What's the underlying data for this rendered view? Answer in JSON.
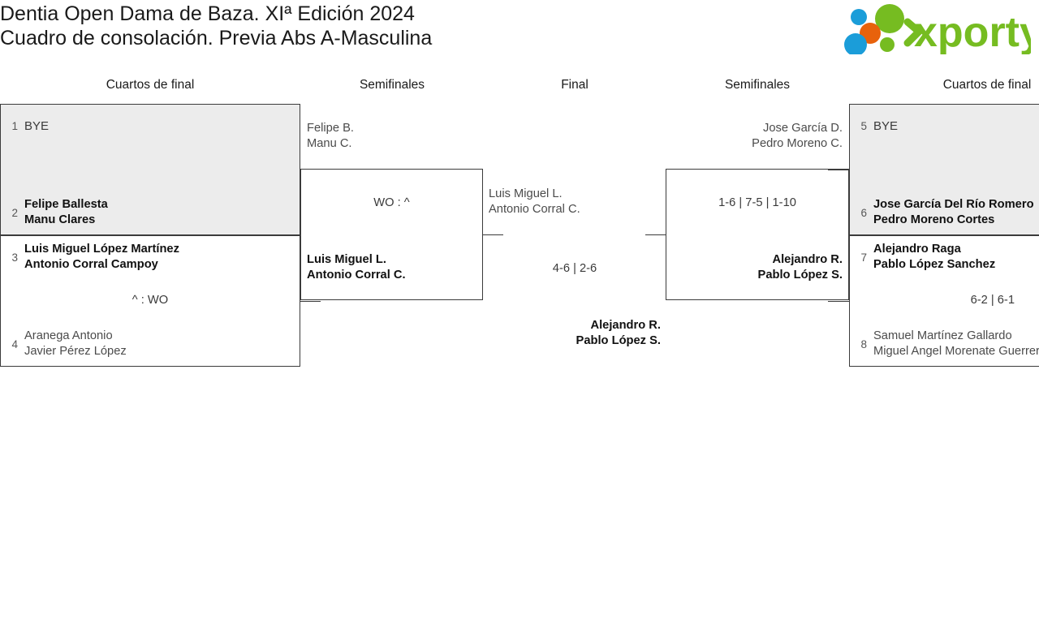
{
  "header": {
    "title_line1": "Dentia Open Dama de Baza. XIª Edición 2024",
    "title_line2": "Cuadro de consolación. Previa Abs A-Masculina",
    "logo_text": "xporty",
    "logo_colors": {
      "green": "#76bc21",
      "blue": "#1b9dd9",
      "orange": "#e8620c"
    }
  },
  "columns": [
    {
      "label": "Cuartos de final"
    },
    {
      "label": "Semifinales"
    },
    {
      "label": "Final"
    },
    {
      "label": "Semifinales"
    },
    {
      "label": "Cuartos de final"
    }
  ],
  "bracket": {
    "left_quarterfinals": [
      {
        "score": "",
        "top": {
          "seed": "1",
          "name1": "BYE",
          "name2": "",
          "result": "bye"
        },
        "bottom": {
          "seed": "2",
          "name1": "Felipe Ballesta",
          "name2": "Manu Clares",
          "result": "winner"
        }
      },
      {
        "score": "^ : WO",
        "top": {
          "seed": "3",
          "name1": "Luis Miguel López Martínez",
          "name2": "Antonio Corral Campoy",
          "result": "winner"
        },
        "bottom": {
          "seed": "4",
          "name1": "Aranega Antonio",
          "name2": "Javier Pérez López",
          "result": "loser"
        }
      }
    ],
    "left_semifinal": {
      "score": "WO : ^",
      "top": {
        "name1": "Felipe B.",
        "name2": "Manu C.",
        "result": "loser"
      },
      "bottom": {
        "name1": "Luis Miguel L.",
        "name2": "Antonio Corral C.",
        "result": "winner"
      }
    },
    "final": {
      "score": "4-6 | 2-6",
      "top": {
        "name1": "Luis Miguel L.",
        "name2": "Antonio Corral C.",
        "result": "loser"
      },
      "bottom": {
        "name1": "Alejandro R.",
        "name2": "Pablo López S.",
        "result": "winner"
      }
    },
    "right_semifinal": {
      "score": "1-6 | 7-5 | 1-10",
      "top": {
        "name1": "Jose García D.",
        "name2": "Pedro Moreno C.",
        "result": "loser"
      },
      "bottom": {
        "name1": "Alejandro R.",
        "name2": "Pablo López S.",
        "result": "winner"
      }
    },
    "right_quarterfinals": [
      {
        "score": "",
        "top": {
          "seed": "5",
          "name1": "BYE",
          "name2": "",
          "result": "bye"
        },
        "bottom": {
          "seed": "6",
          "name1": "Jose García Del Río Romero",
          "name2": "Pedro Moreno Cortes",
          "result": "winner"
        }
      },
      {
        "score": "6-2 | 6-1",
        "top": {
          "seed": "7",
          "name1": "Alejandro Raga",
          "name2": "Pablo López Sanchez",
          "result": "winner"
        },
        "bottom": {
          "seed": "8",
          "name1": "Samuel Martínez Gallardo",
          "name2": "Miguel Angel Morenate Guerrero",
          "result": "loser"
        }
      }
    ]
  }
}
